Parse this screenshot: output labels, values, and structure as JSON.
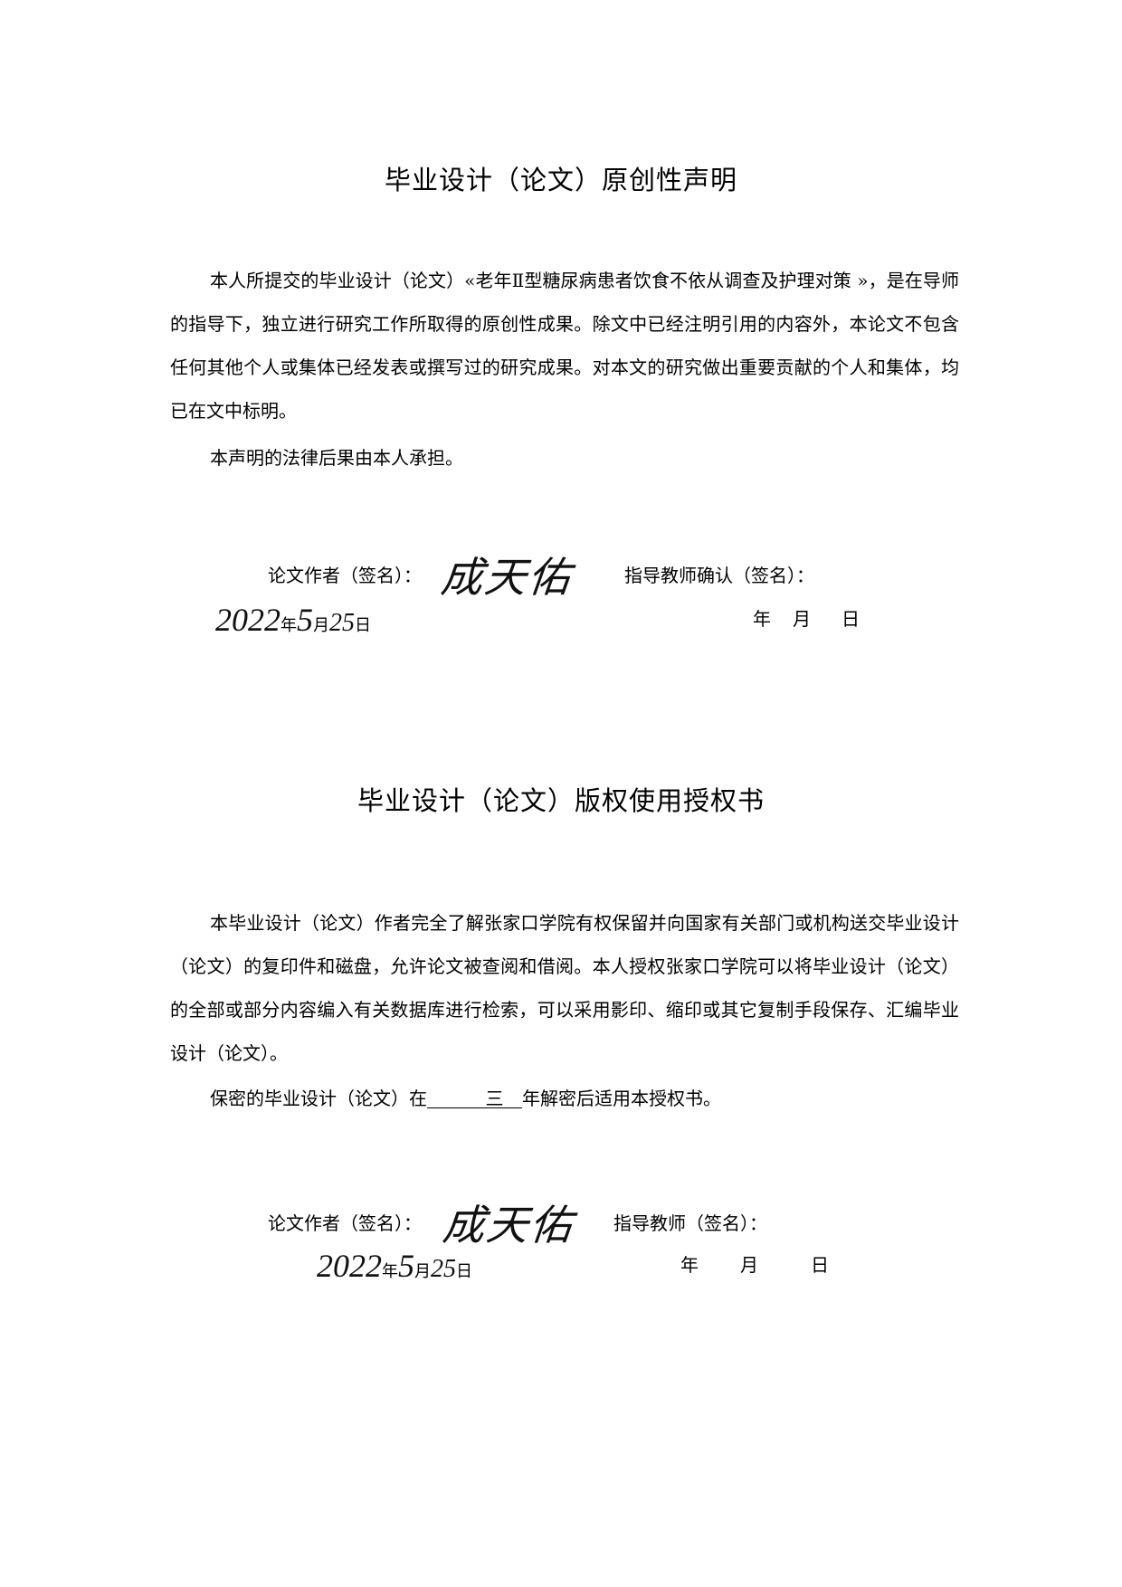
{
  "declaration": {
    "title": "毕业设计（论文）原创性声明",
    "paragraph1": "本人所提交的毕业设计（论文）«老年Ⅱ型糖尿病患者饮食不依从调查及护理对策 »，是在导师的指导下，独立进行研究工作所取得的原创性成果。除文中已经注明引用的内容外，本论文不包含任何其他个人或集体已经发表或撰写过的研究成果。对本文的研究做出重要贡献的个人和集体，均已在文中标明。",
    "paragraph2": "本声明的法律后果由本人承担。",
    "author_label": "论文作者（签名）：",
    "author_signature": "成天佑",
    "advisor_label": "指导教师确认（签名）：",
    "author_date": {
      "year": "2022",
      "year_unit": "年",
      "month": "5",
      "month_unit": "月",
      "day": "25",
      "day_unit": "日"
    },
    "advisor_date": {
      "year_unit": "年",
      "month_unit": "月",
      "day_unit": "日"
    }
  },
  "authorization": {
    "title": "毕业设计（论文）版权使用授权书",
    "paragraph1": "本毕业设计（论文）作者完全了解张家口学院有权保留并向国家有关部门或机构送交毕业设计（论文）的复印件和磁盘，允许论文被查阅和借阅。本人授权张家口学院可以将毕业设计（论文）的全部或部分内容编入有关数据库进行检索，可以采用影印、缩印或其它复制手段保存、汇编毕业设计（论文）。",
    "paragraph2_prefix": "保密的毕业设计（论文）在",
    "paragraph2_years": "三",
    "paragraph2_suffix": "年解密后适用本授权书。",
    "author_label": "论文作者（签名）：",
    "author_signature": "成天佑",
    "advisor_label": "指导教师（签名）：",
    "author_date": {
      "year": "2022",
      "year_unit": "年",
      "month": "5",
      "month_unit": "月",
      "day": "25",
      "day_unit": "日"
    },
    "advisor_date": {
      "year_unit": "年",
      "month_unit": "月",
      "day_unit": "日"
    }
  }
}
